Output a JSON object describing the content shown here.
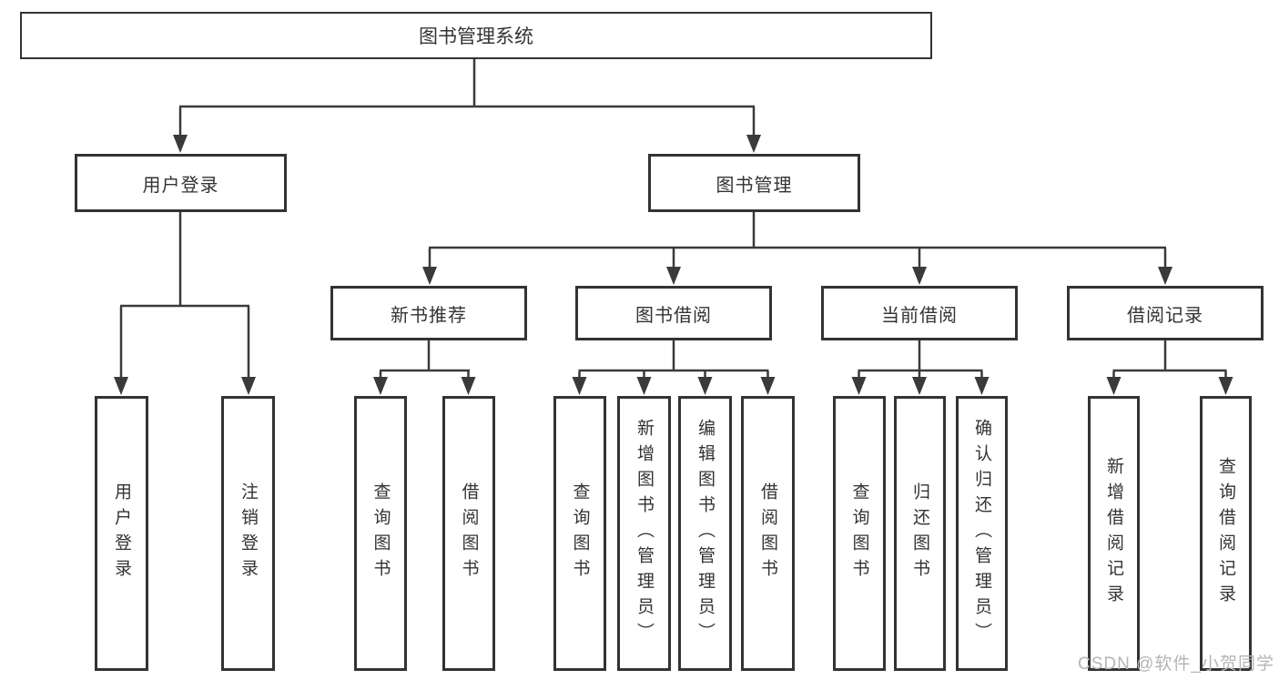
{
  "tree": {
    "root": {
      "label": "图书管理系统"
    },
    "branches": [
      {
        "label": "用户登录",
        "children": [
          {
            "label": "用户登录"
          },
          {
            "label": "注销登录"
          }
        ]
      },
      {
        "label": "图书管理",
        "children": [
          {
            "label": "新书推荐",
            "children": [
              {
                "label": "查询图书"
              },
              {
                "label": "借阅图书"
              }
            ]
          },
          {
            "label": "图书借阅",
            "children": [
              {
                "label": "查询图书"
              },
              {
                "label": "新增图书（管理员）"
              },
              {
                "label": "编辑图书（管理员）"
              },
              {
                "label": "借阅图书"
              }
            ]
          },
          {
            "label": "当前借阅",
            "children": [
              {
                "label": "查询图书"
              },
              {
                "label": "归还图书"
              },
              {
                "label": "确认归还（管理员）"
              }
            ]
          },
          {
            "label": "借阅记录",
            "children": [
              {
                "label": "新增借阅记录"
              },
              {
                "label": "查询借阅记录"
              }
            ]
          }
        ]
      }
    ]
  },
  "watermark": "CSDN @软件_小贺同学",
  "colors": {
    "line": "#3a3a3a",
    "box_border": "#333333",
    "box_fill": "#ffffff",
    "text": "#333333",
    "watermark": "#b5b5b5",
    "background": "#ffffff"
  }
}
